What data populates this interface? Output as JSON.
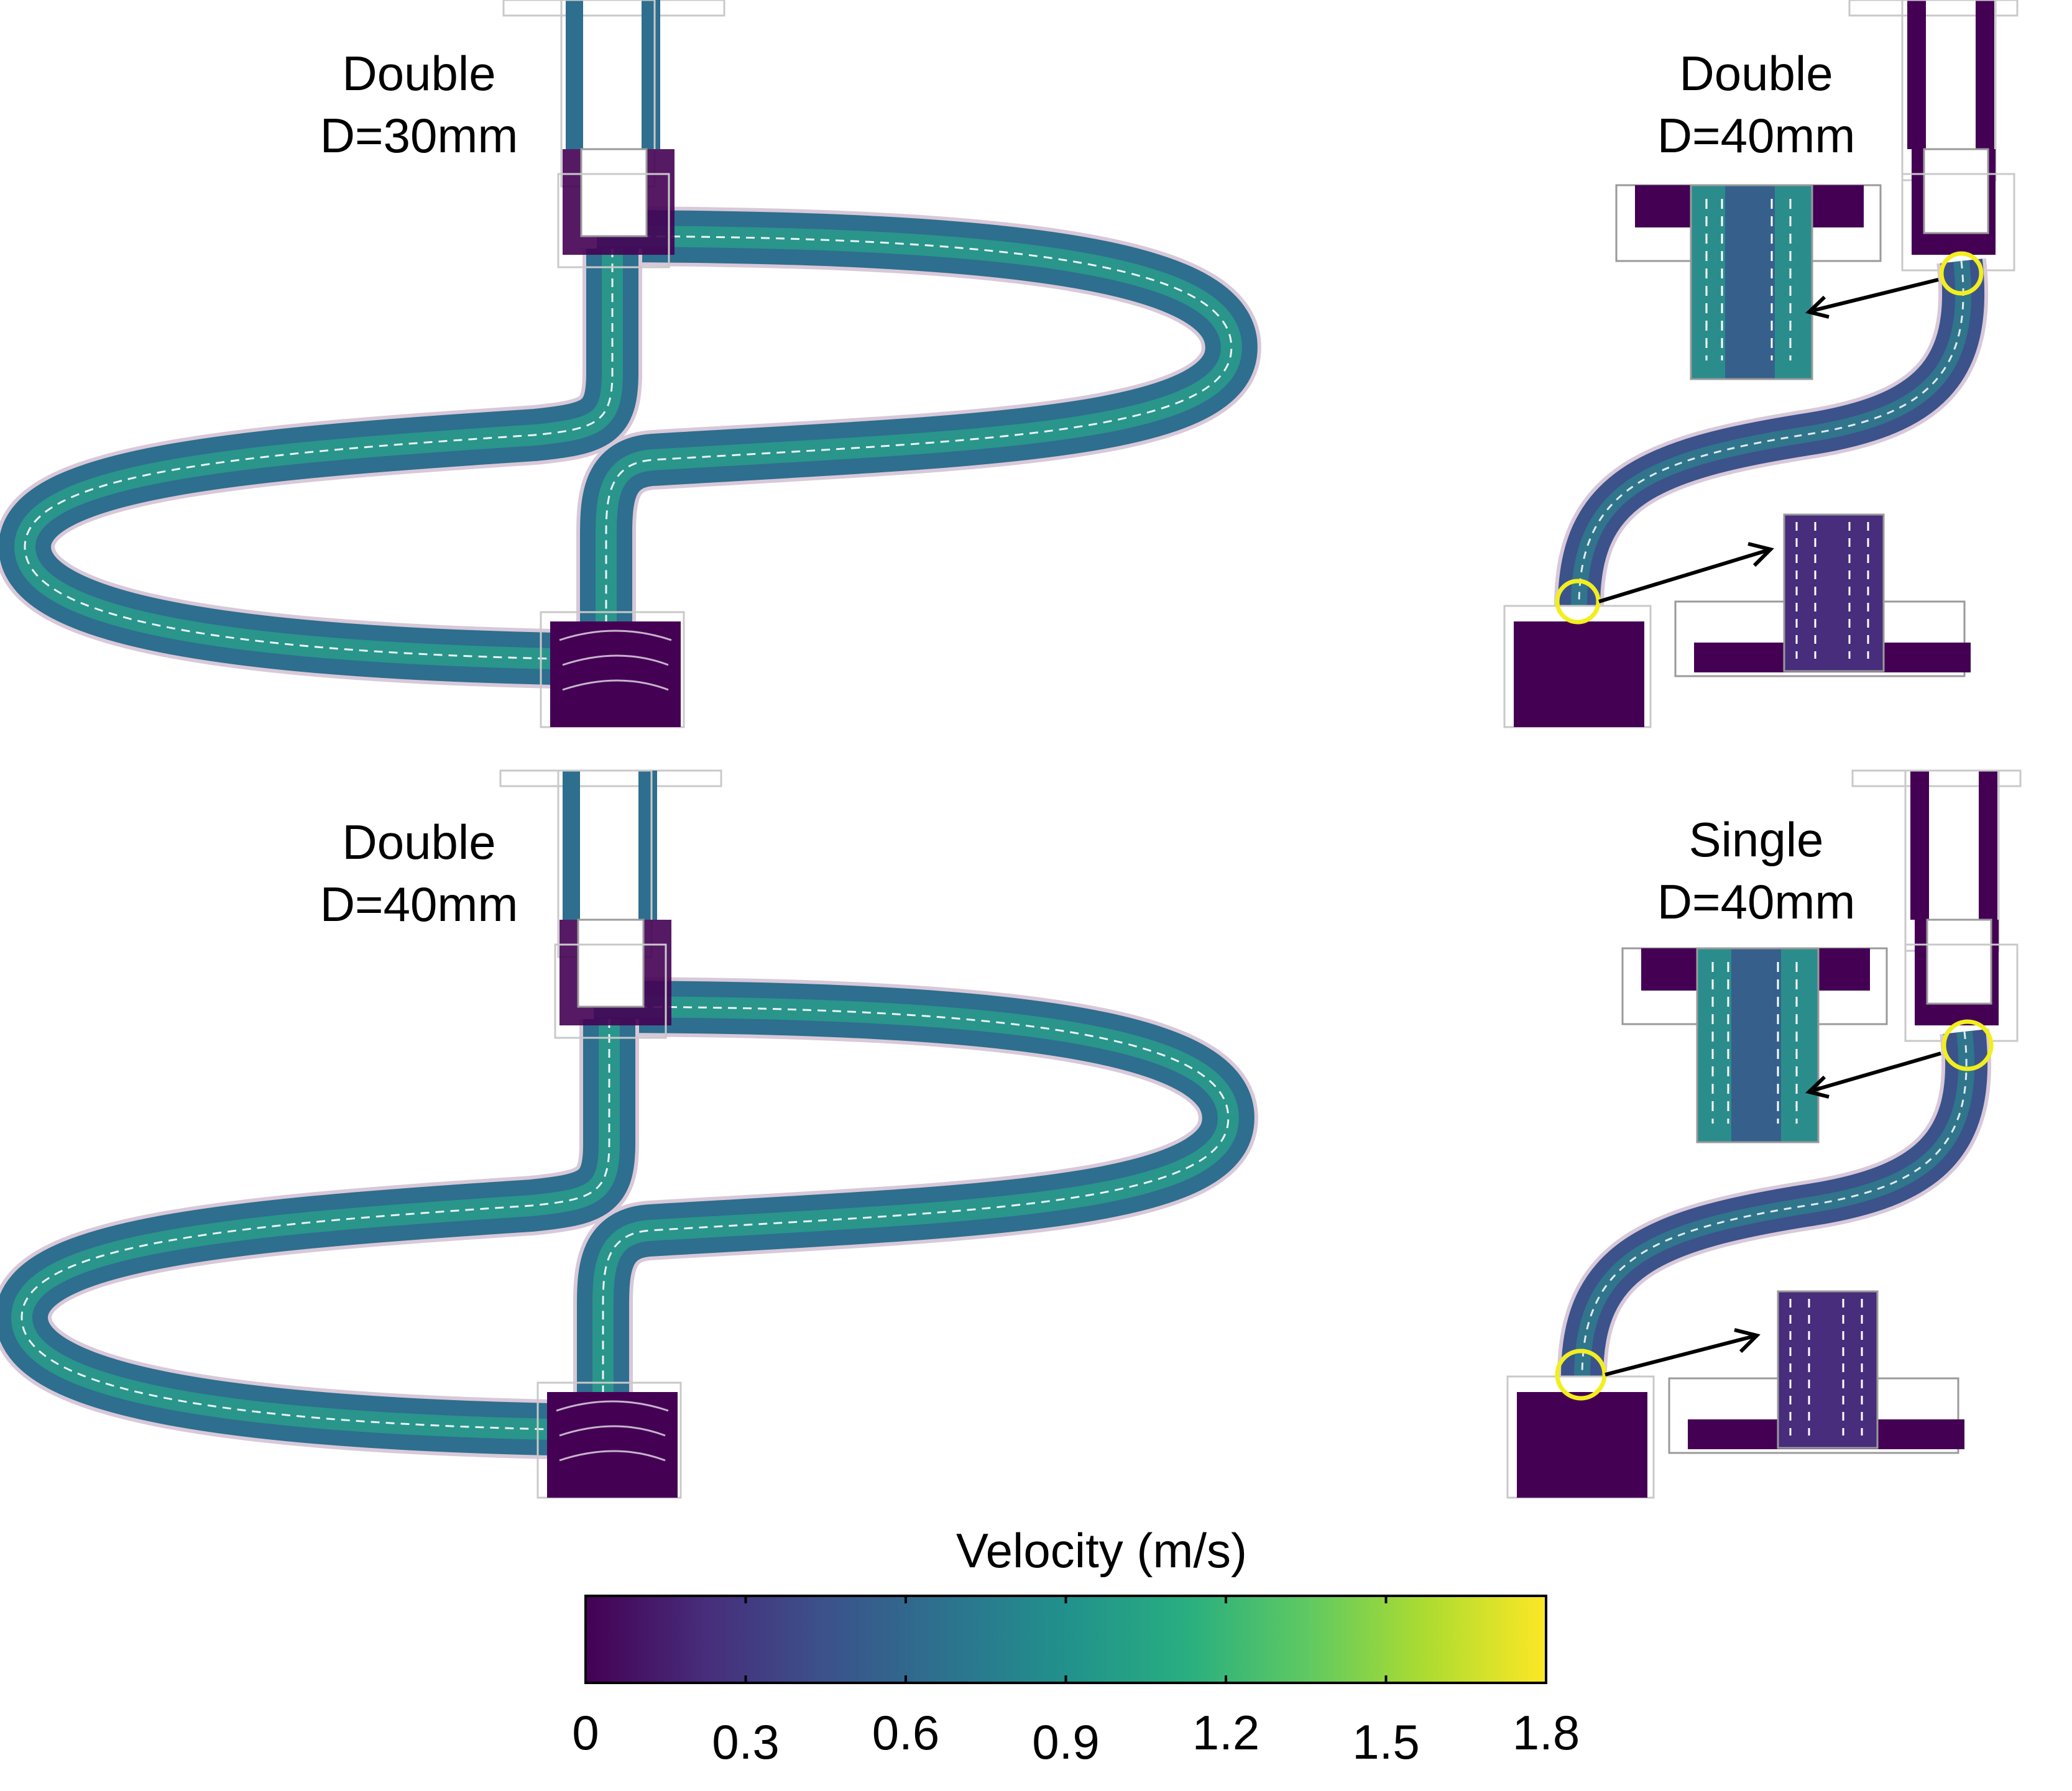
{
  "panels": [
    {
      "id": "top-left",
      "line1": "Double",
      "line2": "D=30mm"
    },
    {
      "id": "top-right",
      "line1": "Double",
      "line2": "D=40mm"
    },
    {
      "id": "bottom-left",
      "line1": "Double",
      "line2": "D=40mm"
    },
    {
      "id": "bottom-right",
      "line1": "Single",
      "line2": "D=40mm"
    }
  ],
  "colorbar": {
    "title": "Velocity (m/s)",
    "ticks": [
      "0",
      "0.3",
      "0.6",
      "0.9",
      "1.2",
      "1.5",
      "1.8"
    ],
    "min": 0,
    "max": 1.8,
    "colormap": [
      "#440154",
      "#472d7b",
      "#3b528b",
      "#2c728e",
      "#21918c",
      "#28ae80",
      "#5ec962",
      "#addc30",
      "#fde725"
    ]
  },
  "colors": {
    "low": "#440154",
    "mid": "#21918c",
    "high": "#5ec962",
    "highlight": "#f2ee1f",
    "outline": "#b8a8b8"
  }
}
